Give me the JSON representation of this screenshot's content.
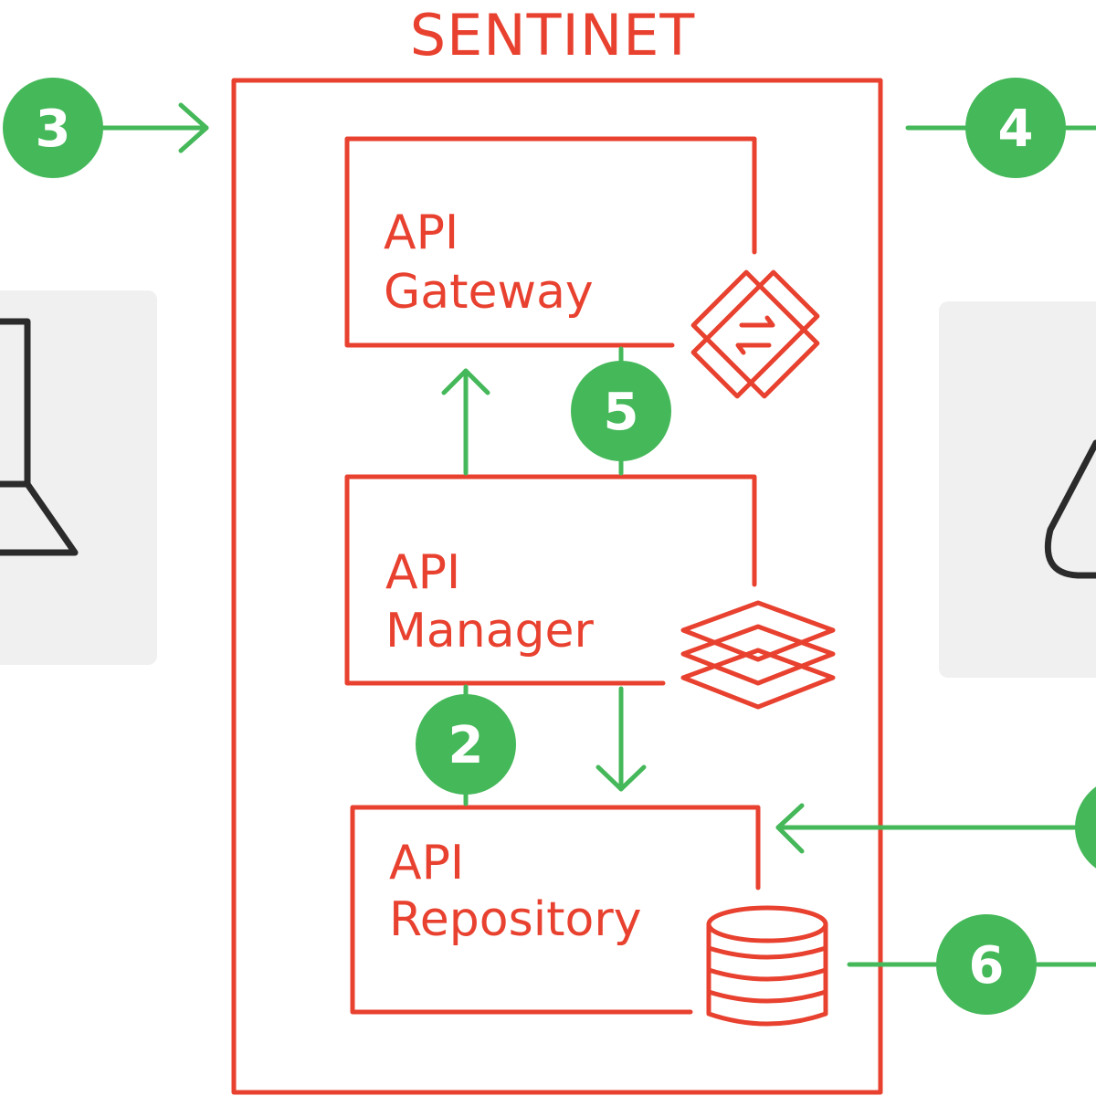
{
  "diagram": {
    "title": "SENTINET",
    "boxes": {
      "gateway": {
        "line1": "API",
        "line2": "Gateway"
      },
      "manager": {
        "line1": "API",
        "line2": "Manager"
      },
      "repository": {
        "line1": "API",
        "line2": "Repository"
      }
    },
    "badges": {
      "b2": "2",
      "b3": "3",
      "b4": "4",
      "b5": "5",
      "b6": "6"
    }
  },
  "colors": {
    "sentinet_red": "#e8412f",
    "flow_green": "#45b85a",
    "panel_gray": "#f0f0f0",
    "icon_dark": "#2b2b2b"
  },
  "icons": [
    "gateway-router-icon",
    "stacked-layers-icon",
    "database-icon",
    "laptop-icon",
    "warning-triangle-icon"
  ]
}
